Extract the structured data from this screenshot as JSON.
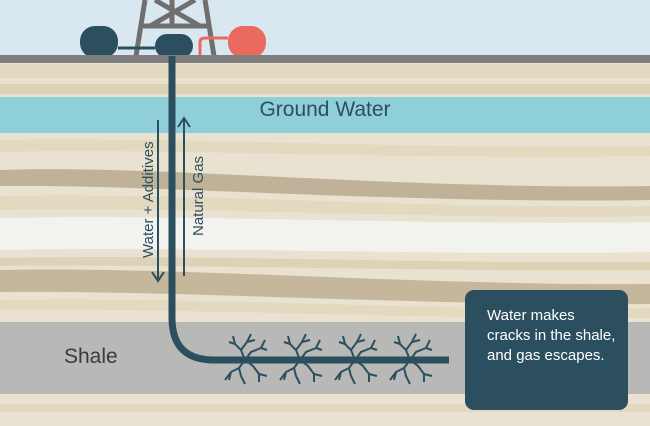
{
  "labels": {
    "ground_water": "Ground Water",
    "water_additives": "Water + Additives",
    "natural_gas": "Natural Gas",
    "shale": "Shale"
  },
  "callout": {
    "text": "Water makes cracks in the shale, and gas escapes."
  },
  "colors": {
    "sky": "#d9e8f0",
    "surface": "#7f7f7f",
    "layer_light": "#e9e2d0",
    "layer_mid": "#cfc3a6",
    "ground_water": "#8fcfda",
    "pale_band": "#f2f2ef",
    "shale": "#b8b8b6",
    "pipe": "#2c4f5f",
    "tank_red": "#ea6a60",
    "callout_bg": "#2c4f5f"
  }
}
